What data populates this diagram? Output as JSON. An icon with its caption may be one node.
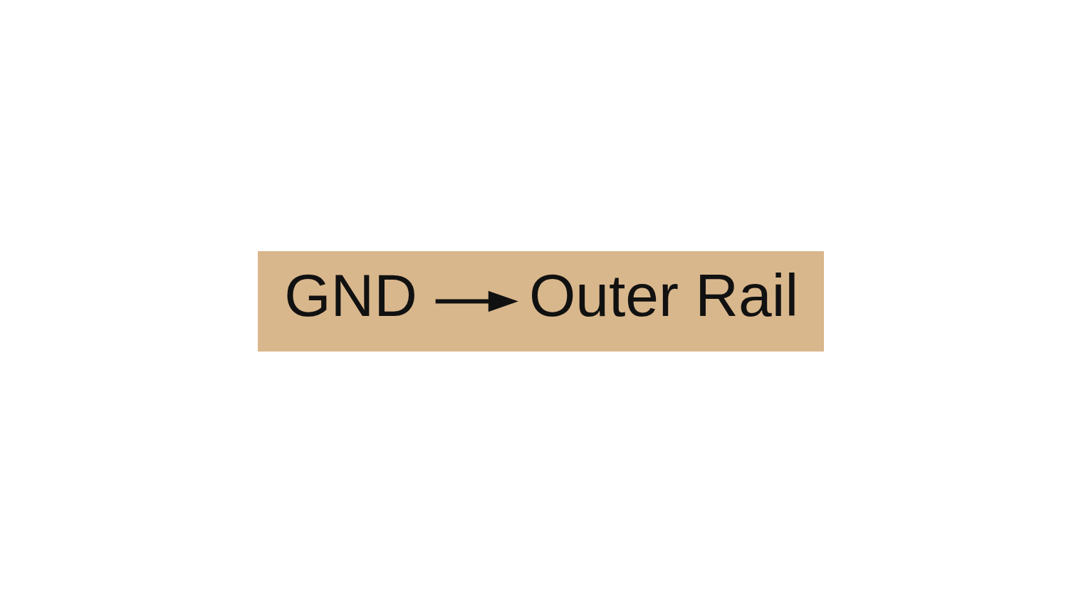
{
  "diagram": {
    "nodes": [
      {
        "text": [
          "GND"
        ]
      },
      {
        "text": [
          "Outer Rail"
        ]
      }
    ],
    "edges": [
      {
        "from": 0,
        "to": 1,
        "arrow": "to"
      }
    ]
  }
}
